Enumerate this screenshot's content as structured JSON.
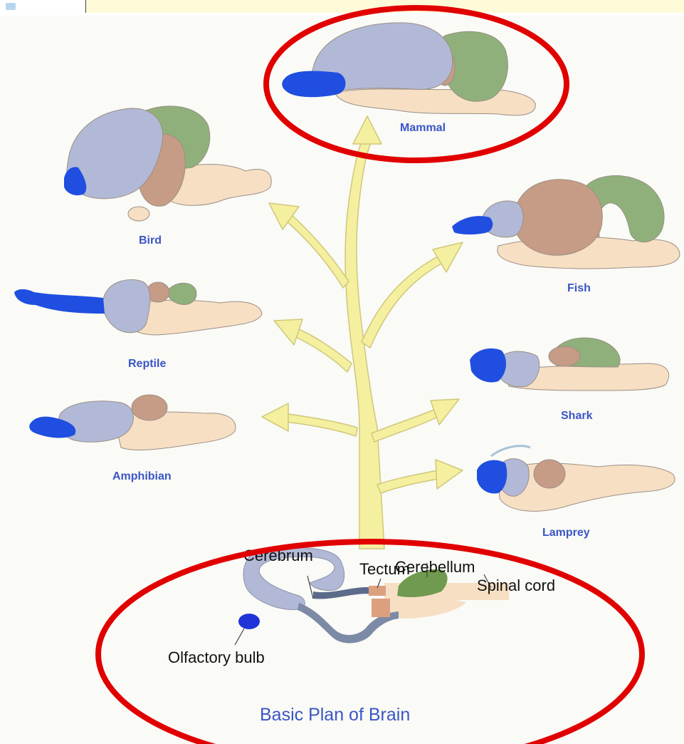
{
  "diagram": {
    "title": "Basic Plan of Brain",
    "animals": {
      "mammal": "Mammal",
      "bird": "Bird",
      "reptile": "Reptile",
      "amphibian": "Amphibian",
      "fish": "Fish",
      "shark": "Shark",
      "lamprey": "Lamprey"
    },
    "parts": {
      "cerebrum": "Cerebrum",
      "cerebellum": "Cerebellum",
      "tectum": "Tectum",
      "spinal_cord": "Spinal cord",
      "olfactory_bulb": "Olfactory bulb"
    }
  },
  "colors": {
    "cerebrum": "#b2b9d6",
    "olfactory_bulb": "#1f4ee0",
    "cerebellum": "#8fb07a",
    "tectum": "#c69c86",
    "brainstem": "#f7dfc4",
    "tree": "#f5f0a0",
    "highlight": "#e00000",
    "label": "#3a55c6"
  }
}
